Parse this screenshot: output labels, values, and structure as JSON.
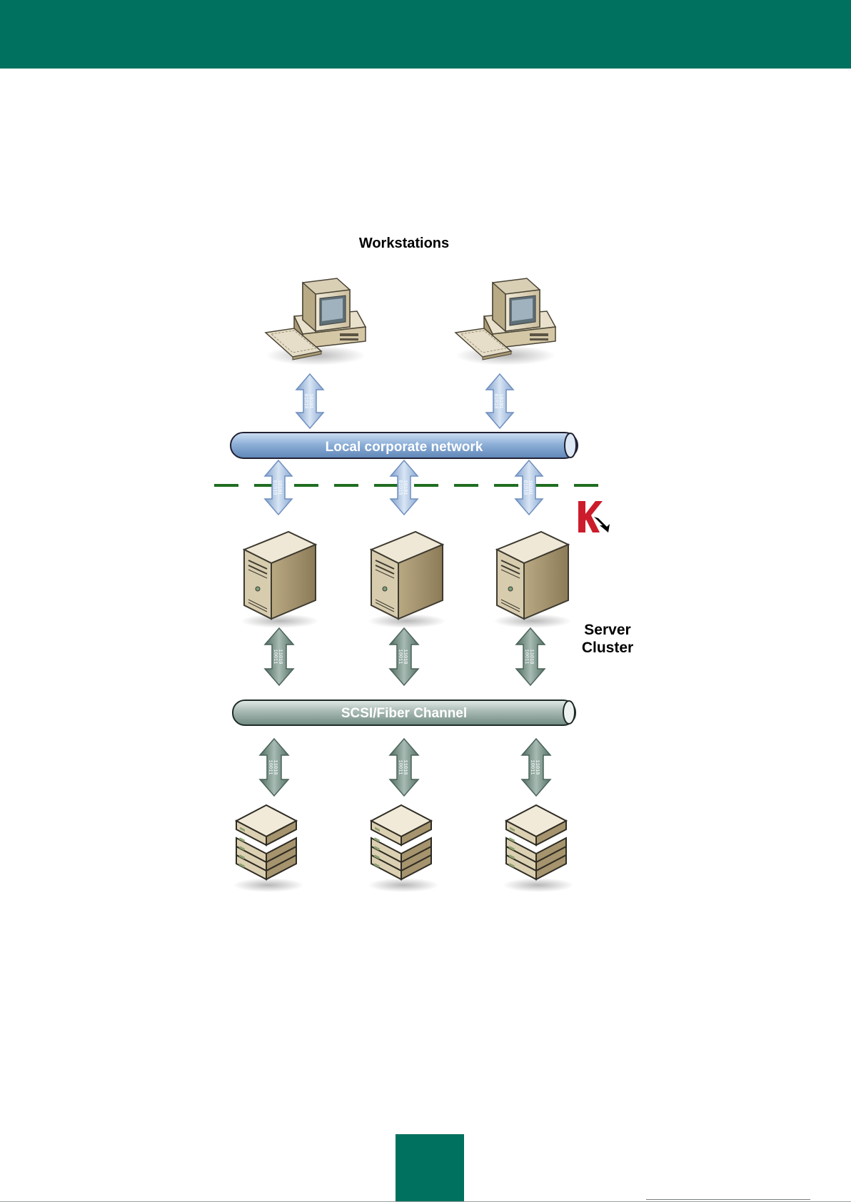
{
  "colors": {
    "brand": "#00715e",
    "blue_arrow": "#a9c2e0",
    "blue_pipe": "#86a8d2",
    "gray_arrow": "#7d9487",
    "gray_pipe": "#b9c7c1",
    "dash_line": "#1f6d20",
    "logo_red": "#cc1c2b"
  },
  "icons": {
    "workstation": "desktop-computer-icon",
    "server": "tower-server-icon",
    "storage": "disk-array-icon",
    "logo": "kaspersky-logo"
  },
  "diagram": {
    "workstations_label": "Workstations",
    "lan_label": "Local corporate network",
    "cluster_label_line1": "Server",
    "cluster_label_line2": "Cluster",
    "san_label": "SCSI/Fiber Channel"
  }
}
